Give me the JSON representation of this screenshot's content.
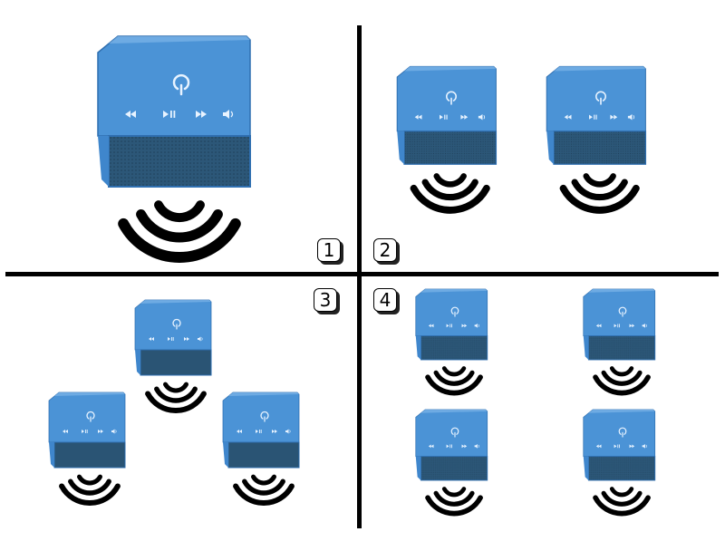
{
  "panels": [
    {
      "label": "1",
      "speakers": 1
    },
    {
      "label": "2",
      "speakers": 2
    },
    {
      "label": "3",
      "speakers": 3
    },
    {
      "label": "4",
      "speakers": 4
    }
  ],
  "colors": {
    "speaker_top": "#4b93d6",
    "speaker_side": "#3f86cc",
    "grille": "#2c5778",
    "waves": "#000000",
    "dividers": "#000000"
  },
  "icons": [
    "power-icon",
    "rewind-icon",
    "play-pause-icon",
    "fast-forward-icon",
    "volume-icon"
  ]
}
